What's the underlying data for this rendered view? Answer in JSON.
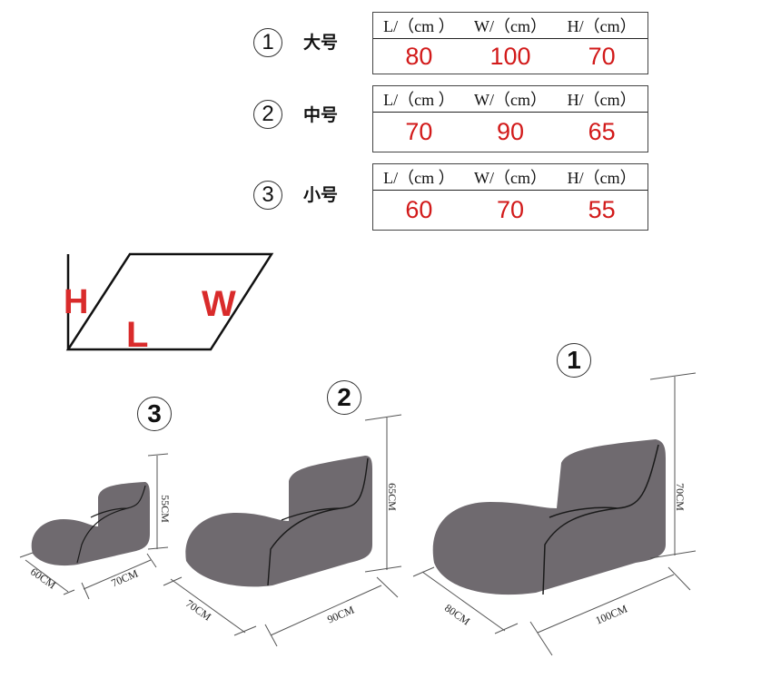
{
  "header_units": {
    "l": "L/（cm ）",
    "w": "W/（cm）",
    "h": "H/（cm）"
  },
  "sizes": [
    {
      "number": "1",
      "name": "大号",
      "values": {
        "l": "80",
        "w": "100",
        "h": "70"
      }
    },
    {
      "number": "2",
      "name": "中号",
      "values": {
        "l": "70",
        "w": "90",
        "h": "65"
      }
    },
    {
      "number": "3",
      "name": "小号",
      "values": {
        "l": "60",
        "w": "70",
        "h": "55"
      }
    }
  ],
  "legend_diagram": {
    "h_label": "H",
    "l_label": "L",
    "w_label": "W"
  },
  "product_views": [
    {
      "number": "3",
      "height": "55CM",
      "depth": "60CM",
      "width": "70CM"
    },
    {
      "number": "2",
      "height": "65CM",
      "depth": "70CM",
      "width": "90CM"
    },
    {
      "number": "1",
      "height": "70CM",
      "depth": "80CM",
      "width": "100CM"
    }
  ],
  "colors": {
    "value_red": "#d21a1a",
    "label_red": "#d92b2b",
    "chair_gray": "#6f6a6f"
  }
}
